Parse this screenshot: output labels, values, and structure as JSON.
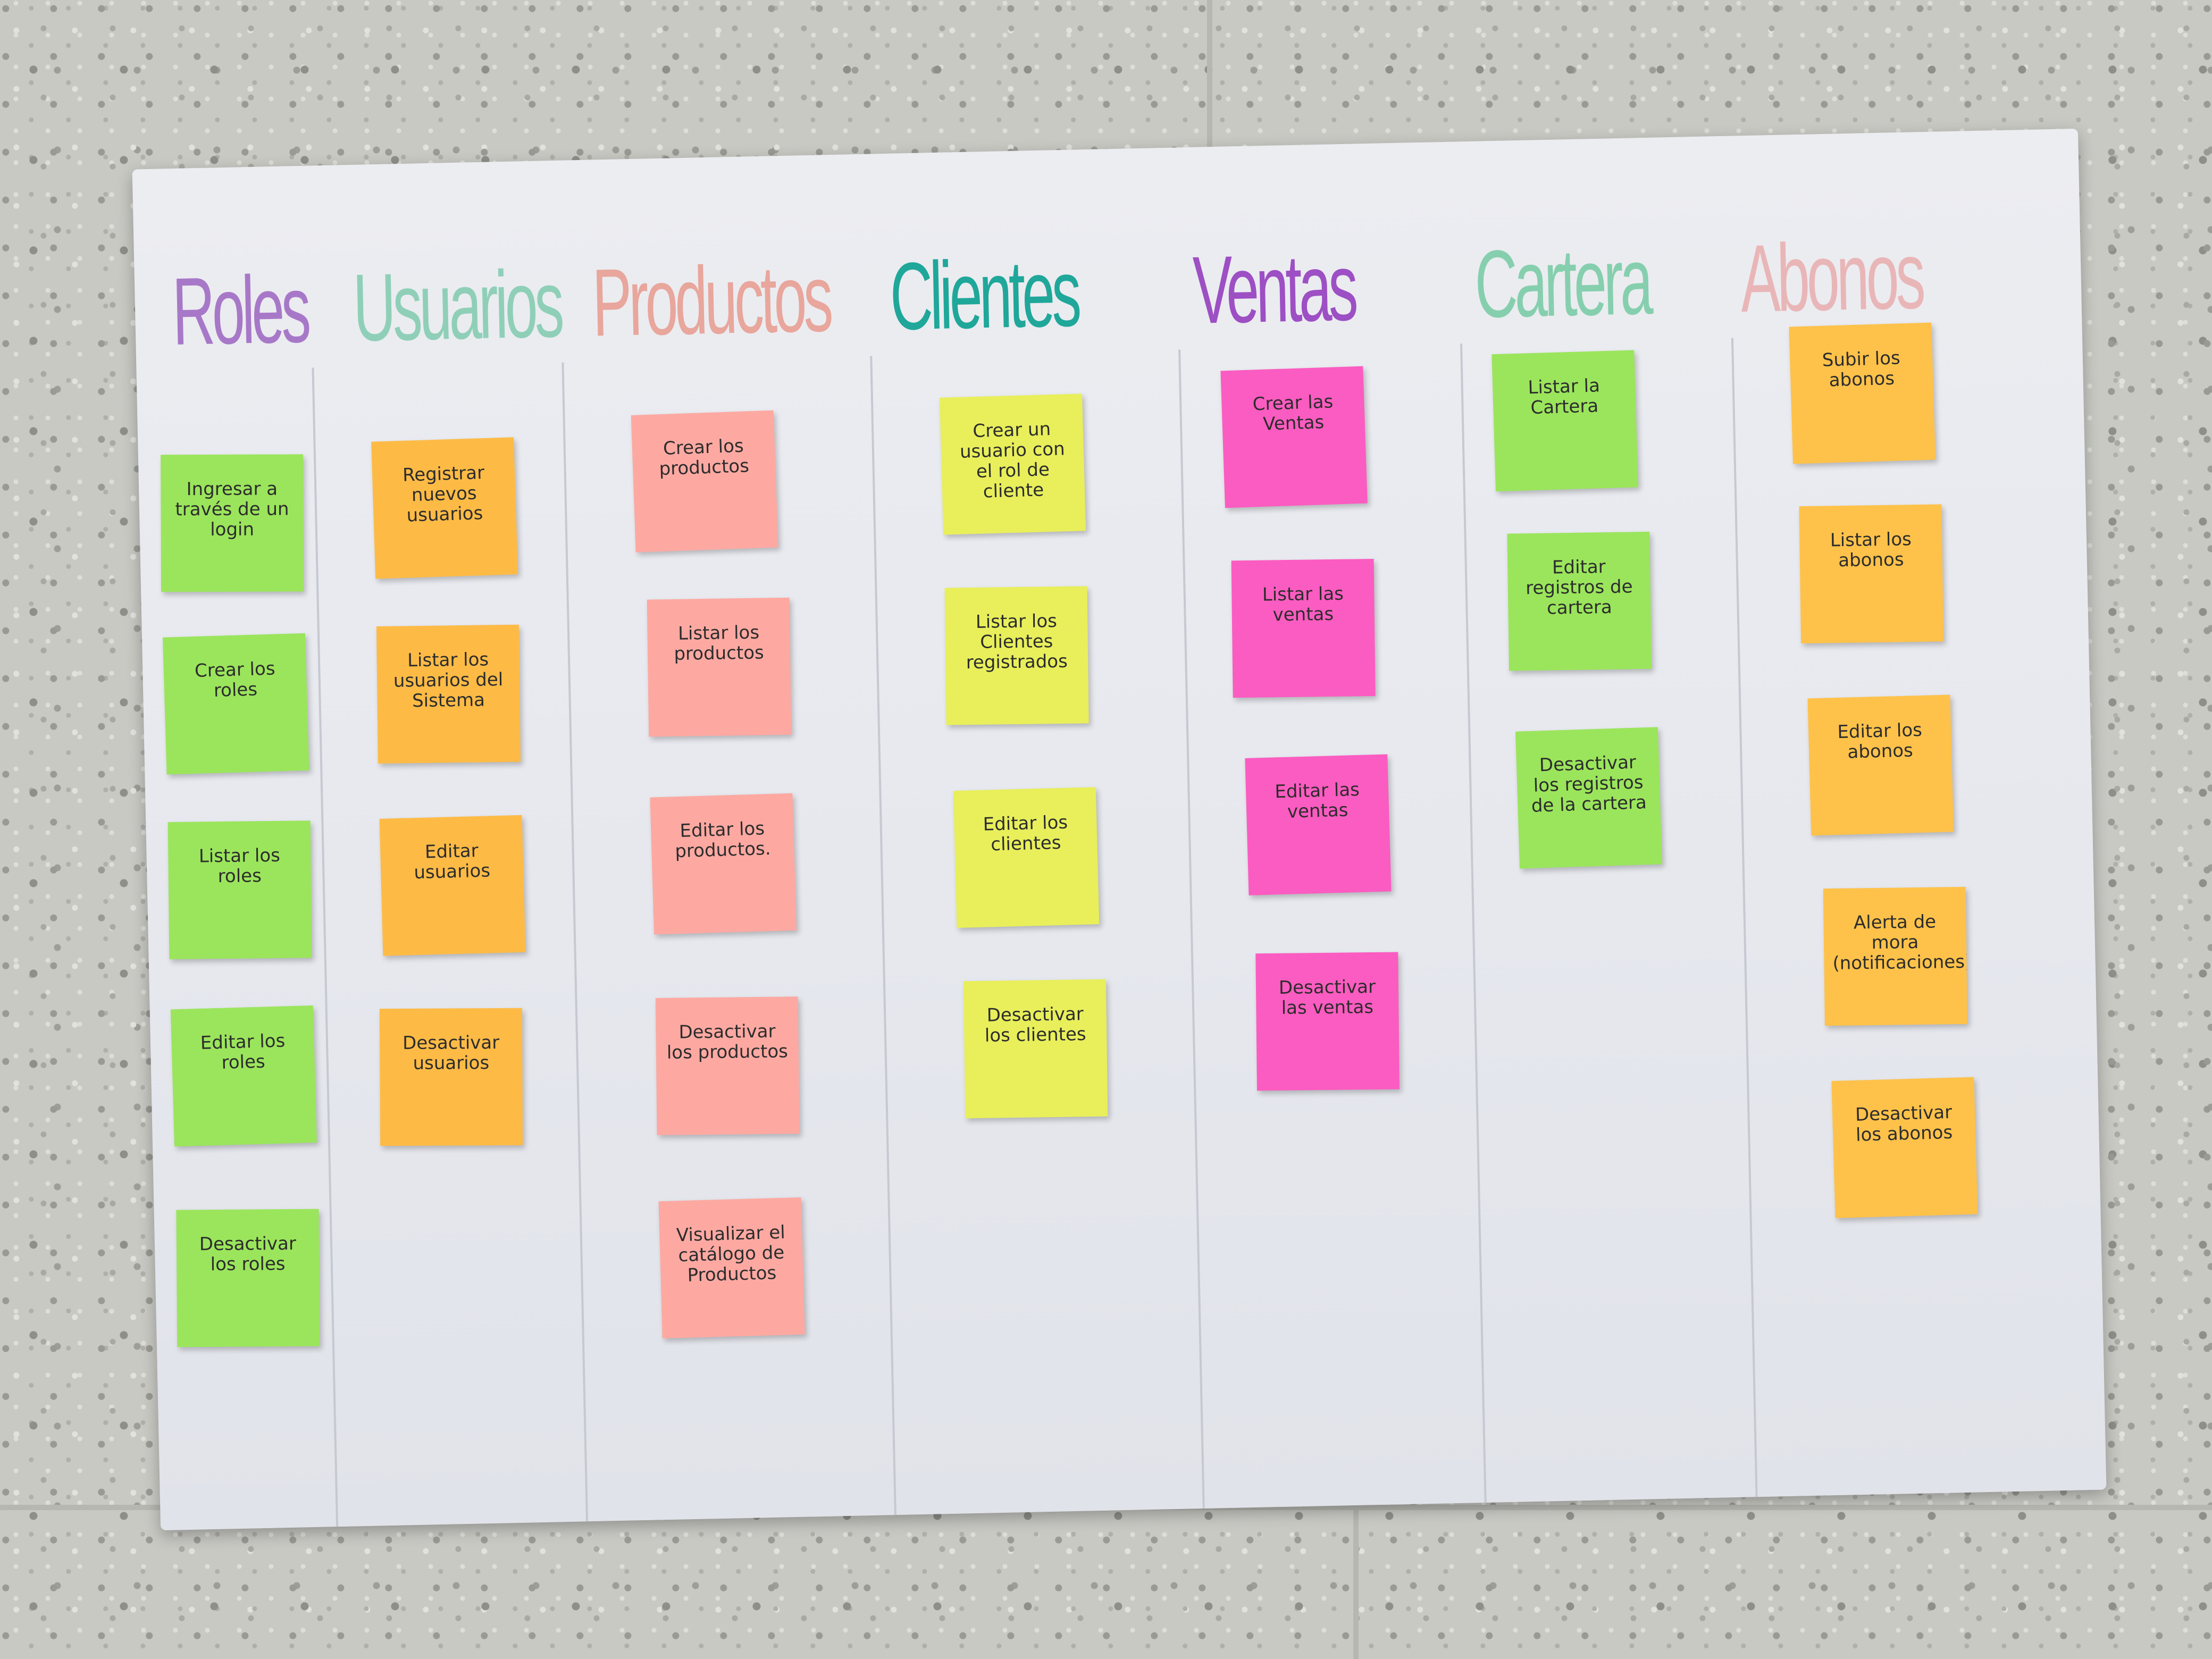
{
  "board": {
    "columns": [
      {
        "title": "Roles",
        "color": "#a878c8",
        "notes": [
          "Ingresar a través de un login",
          "Crear los roles",
          "Listar los roles",
          "Editar los roles",
          "Desactivar los roles"
        ]
      },
      {
        "title": "Usuarios",
        "color": "#8fcfb8",
        "notes": [
          "Registrar nuevos usuarios",
          "Listar los usuarios del Sistema",
          "Editar usuarios",
          "Desactivar usuarios"
        ]
      },
      {
        "title": "Productos",
        "color": "#e8a69c",
        "notes": [
          "Crear los productos",
          "Listar los productos",
          "Editar los productos.",
          "Desactivar los productos",
          "Visualizar el catálogo de Productos"
        ]
      },
      {
        "title": "Clientes",
        "color": "#1fa79a",
        "notes": [
          "Crear un usuario con el rol de cliente",
          "Listar los Clientes registrados",
          "Editar los clientes",
          "Desactivar los clientes"
        ]
      },
      {
        "title": "Ventas",
        "color": "#9d4fc4",
        "notes": [
          "Crear las Ventas",
          "Listar las ventas",
          "Editar las ventas",
          "Desactivar las ventas"
        ]
      },
      {
        "title": "Cartera",
        "color": "#86cfae",
        "notes": [
          "Listar la Cartera",
          "Editar registros de cartera",
          "Desactivar los registros de la cartera"
        ]
      },
      {
        "title": "Abonos",
        "color": "#e9b6b8",
        "notes": [
          "Subir los abonos",
          "Listar los abonos",
          "Editar los abonos",
          "Alerta de mora (notificaciones)",
          "Desactivar los abonos"
        ]
      }
    ]
  }
}
